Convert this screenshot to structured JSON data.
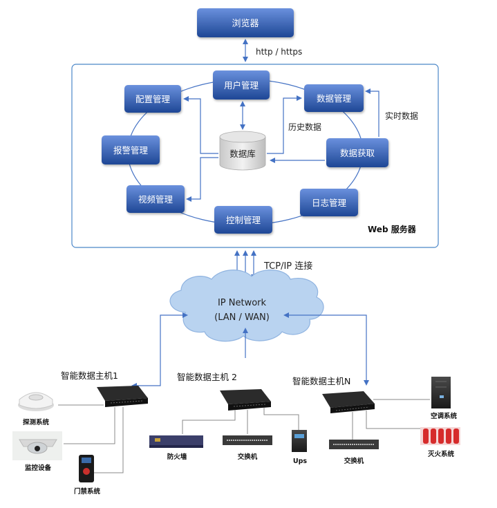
{
  "top": {
    "browser": "浏览器",
    "protocol": "http / https"
  },
  "server": {
    "label": "Web 服务器",
    "modules": {
      "user": "用户管理",
      "config": "配置管理",
      "data": "数据管理",
      "alarm": "报警管理",
      "acquire": "数据获取",
      "video": "视频管理",
      "log": "日志管理",
      "control": "控制管理"
    },
    "database": "数据库",
    "history": "历史数据",
    "realtime": "实时数据"
  },
  "network": {
    "link": "TCP/IP 连接",
    "cloud_line1": "IP Network",
    "cloud_line2": "(LAN / WAN)"
  },
  "hosts": {
    "host1": "智能数据主机1",
    "host2": "智能数据主机 2",
    "hostN": "智能数据主机N"
  },
  "devices": {
    "detect": "探测系统",
    "monitor": "监控设备",
    "access": "门禁系统",
    "firewall": "防火墙",
    "switch1": "交换机",
    "ups": "Ups",
    "switch2": "交换机",
    "aircon": "空调系统",
    "fire": "灭火系统"
  },
  "colors": {
    "module_top": "#5b82d4",
    "module_bottom": "#1f4a9b",
    "arrow": "#4472c4",
    "cloud_fill": "#b9d3f0",
    "cloud_stroke": "#8fb3e0",
    "server_border": "#4a86c8"
  }
}
